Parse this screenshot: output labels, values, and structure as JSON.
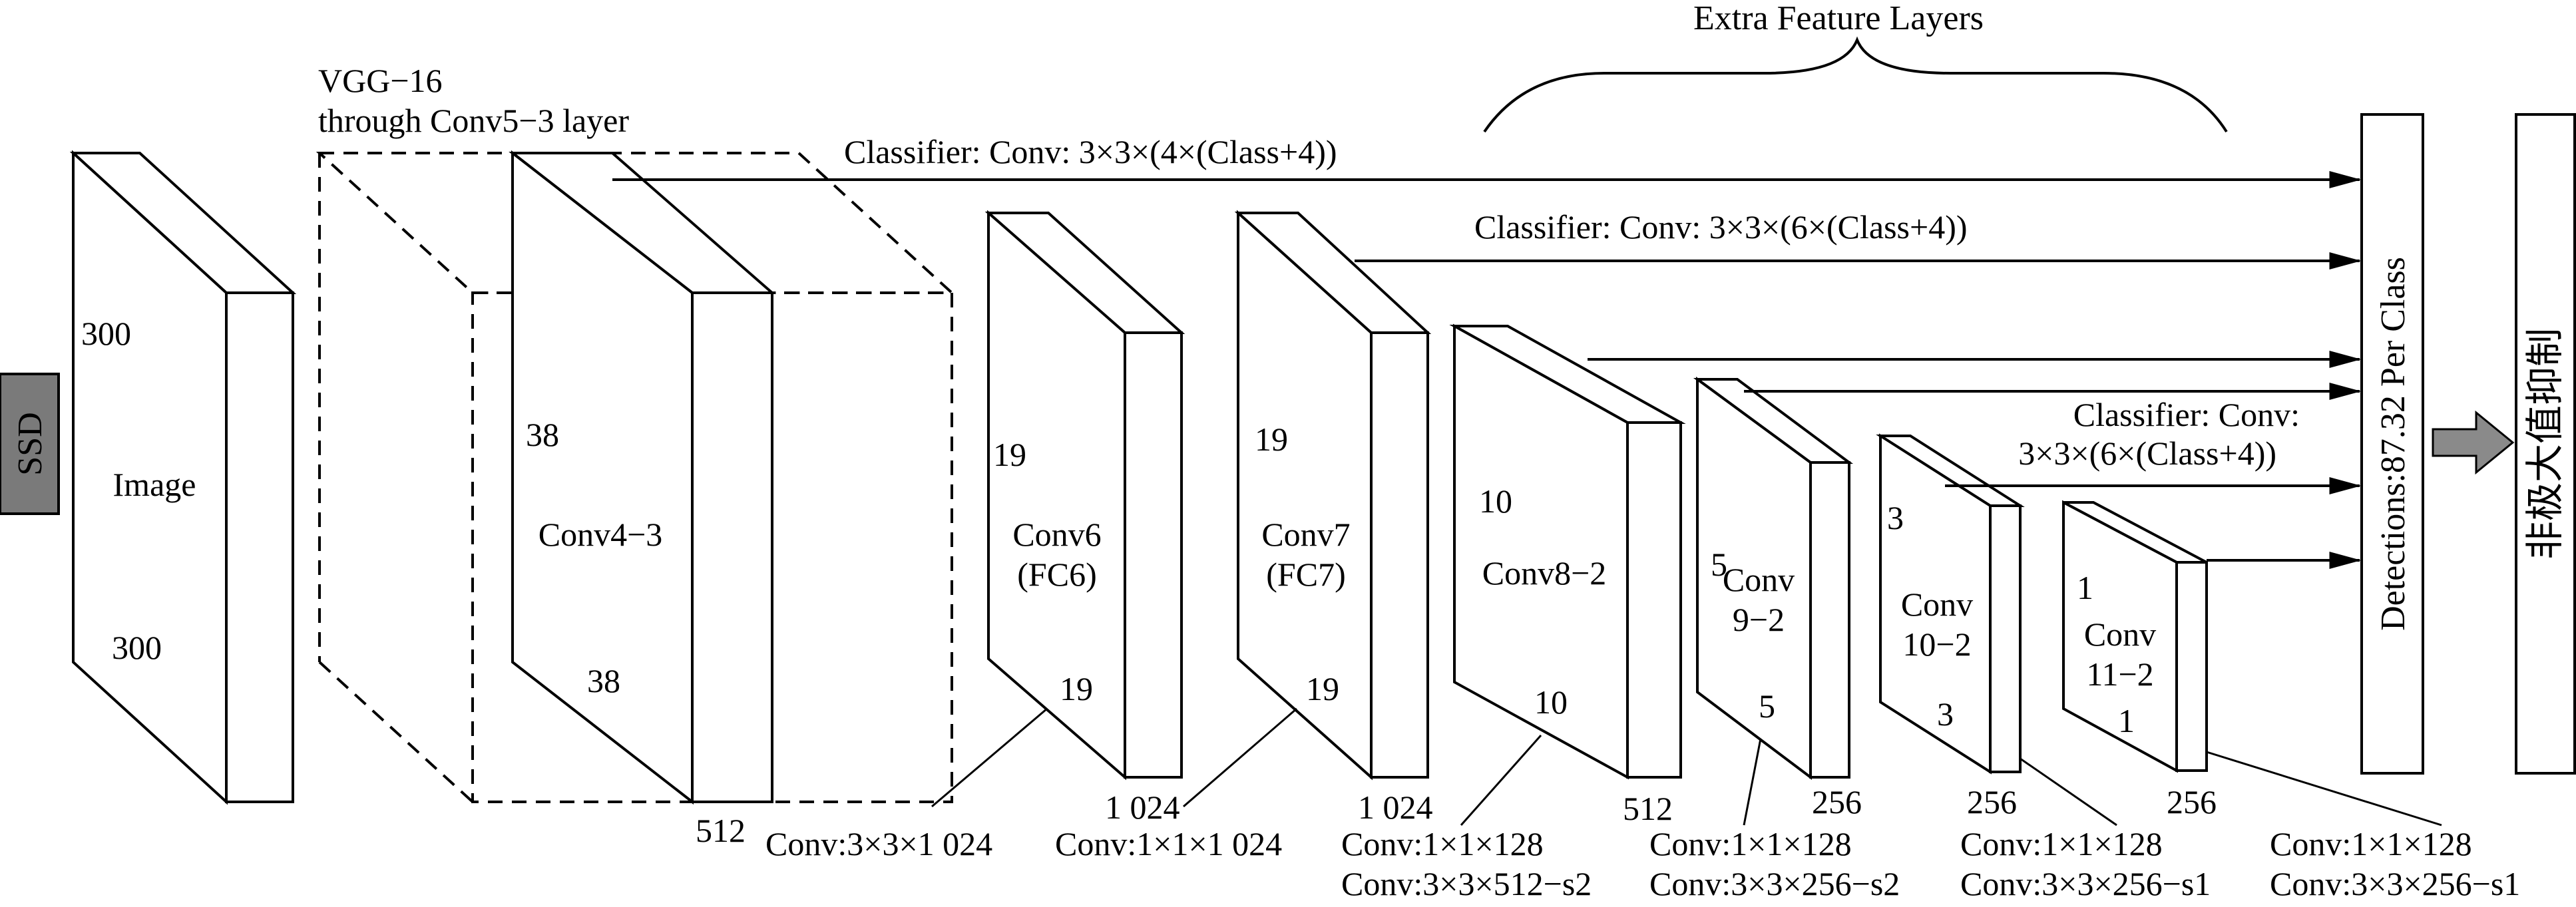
{
  "title": "Extra Feature Layers",
  "vgg_caption": [
    "VGG−16",
    "through Conv5−3 layer"
  ],
  "ssd_label": "SSD",
  "blocks": {
    "image": {
      "name": "Image",
      "h": "300",
      "w": "300"
    },
    "conv4_3": {
      "name": "Conv4−3",
      "h": "38",
      "w": "38",
      "c": "512"
    },
    "conv6": {
      "name": [
        "Conv6",
        "(FC6)"
      ],
      "h": "19",
      "w": "19",
      "c": "1 024"
    },
    "conv7": {
      "name": [
        "Conv7",
        "(FC7)"
      ],
      "h": "19",
      "w": "19",
      "c": "1 024"
    },
    "conv8_2": {
      "name": "Conv8−2",
      "h": "10",
      "w": "10",
      "c": "512"
    },
    "conv9_2": {
      "name": [
        "Conv",
        "9−2"
      ],
      "h": "5",
      "w": "5",
      "c": "256"
    },
    "conv10_2": {
      "name": [
        "Conv",
        "10−2"
      ],
      "h": "3",
      "w": "3",
      "c": "256"
    },
    "conv11_2": {
      "name": [
        "Conv",
        "11−2"
      ],
      "h": "1",
      "w": "1",
      "c": "256"
    }
  },
  "conv_ops": {
    "conv6": [
      "Conv:3×3×1 024"
    ],
    "conv7": [
      "Conv:1×1×1 024"
    ],
    "conv8_2": [
      "Conv:1×1×128",
      "Conv:3×3×512−s2"
    ],
    "conv9_2": [
      "Conv:1×1×128",
      "Conv:3×3×256−s2"
    ],
    "conv10_2": [
      "Conv:1×1×128",
      "Conv:3×3×256−s1"
    ],
    "conv11_2": [
      "Conv:1×1×128",
      "Conv:3×3×256−s1"
    ]
  },
  "classifiers": {
    "c1": "Classifier: Conv: 3×3×(4×(Class+4))",
    "c2": "Classifier: Conv: 3×3×(6×(Class+4))",
    "c3": [
      "Classifier: Conv:",
      "3×3×(6×(Class+4))"
    ]
  },
  "detections": "Detections:87.32 Per Class",
  "nms": "非极大值抑制",
  "colors": {
    "line": "#000000",
    "ssd_fill": "#7a7a7a",
    "arrow_fill": "#8a8a8a"
  }
}
